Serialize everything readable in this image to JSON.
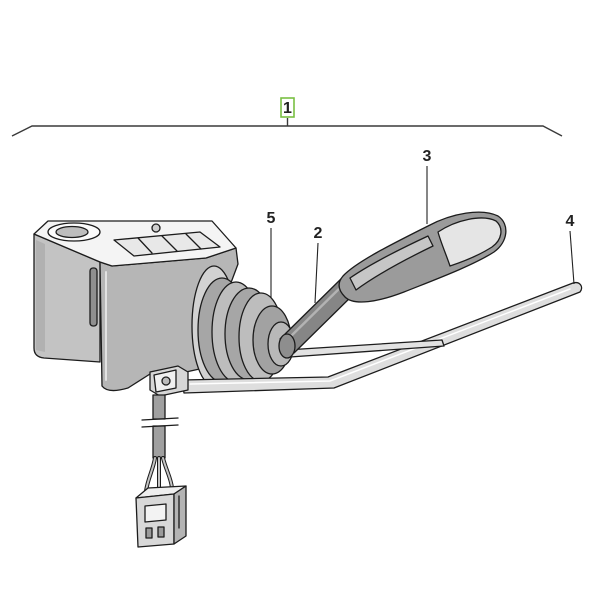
{
  "figure": {
    "highlight_color": "#79c043",
    "callouts": {
      "assembly": "1",
      "shaft": "2",
      "handle": "3",
      "stalk": "4",
      "boot": "5"
    }
  }
}
